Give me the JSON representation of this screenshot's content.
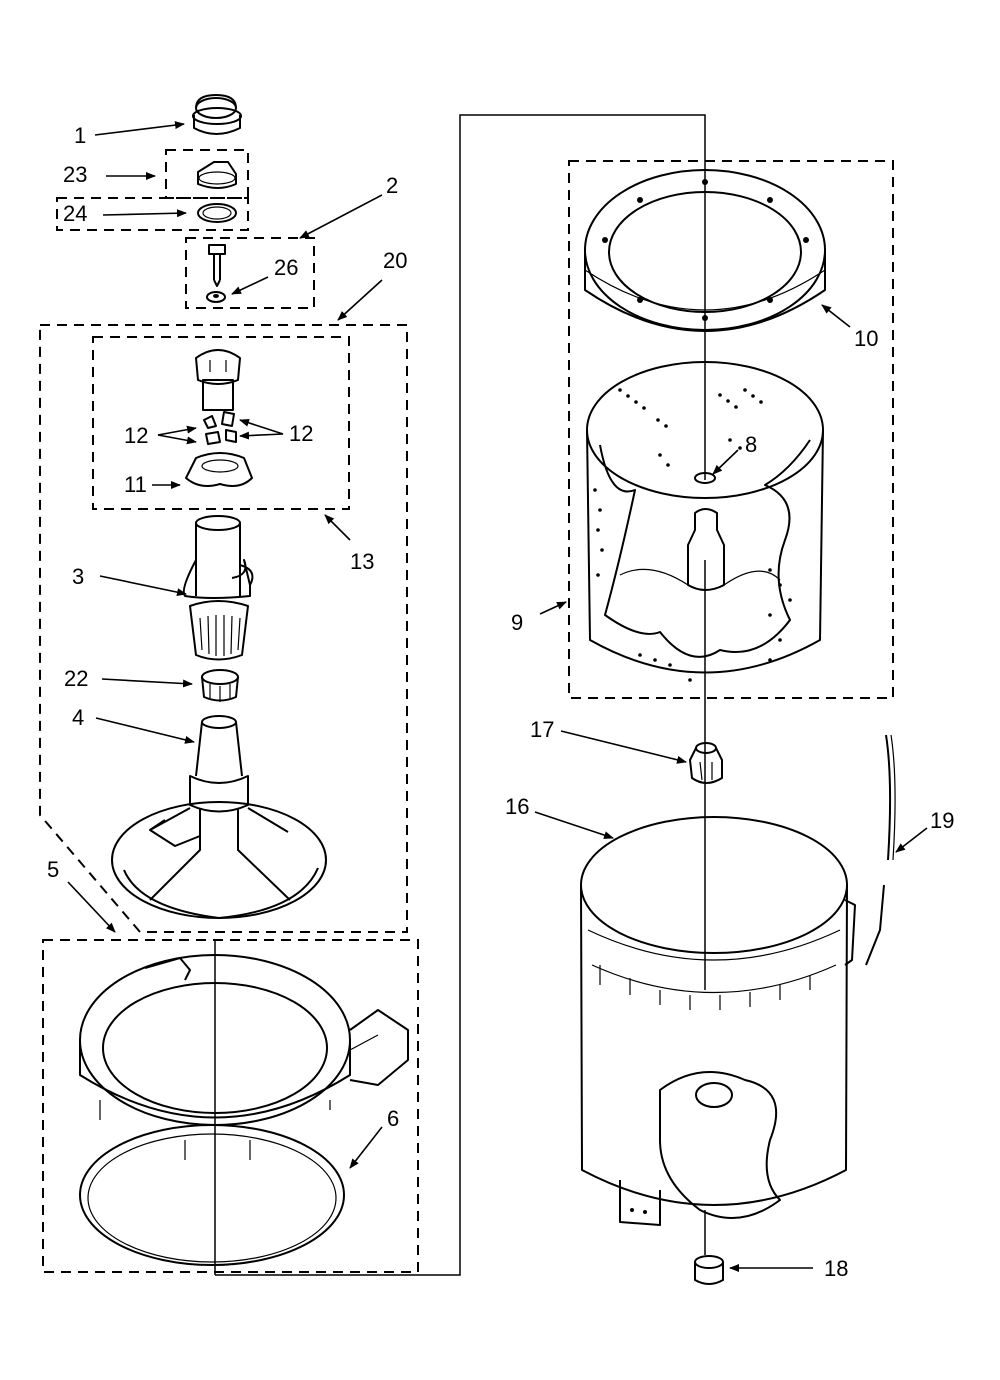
{
  "callouts": {
    "c1": "1",
    "c2": "2",
    "c3": "3",
    "c4": "4",
    "c5": "5",
    "c6": "6",
    "c8": "8",
    "c9": "9",
    "c10": "10",
    "c11": "11",
    "c12a": "12",
    "c12b": "12",
    "c13": "13",
    "c16": "16",
    "c17": "17",
    "c18": "18",
    "c19": "19",
    "c20": "20",
    "c22": "22",
    "c23": "23",
    "c24": "24",
    "c26": "26"
  },
  "icons": {
    "arrow": "arrow-icon"
  }
}
